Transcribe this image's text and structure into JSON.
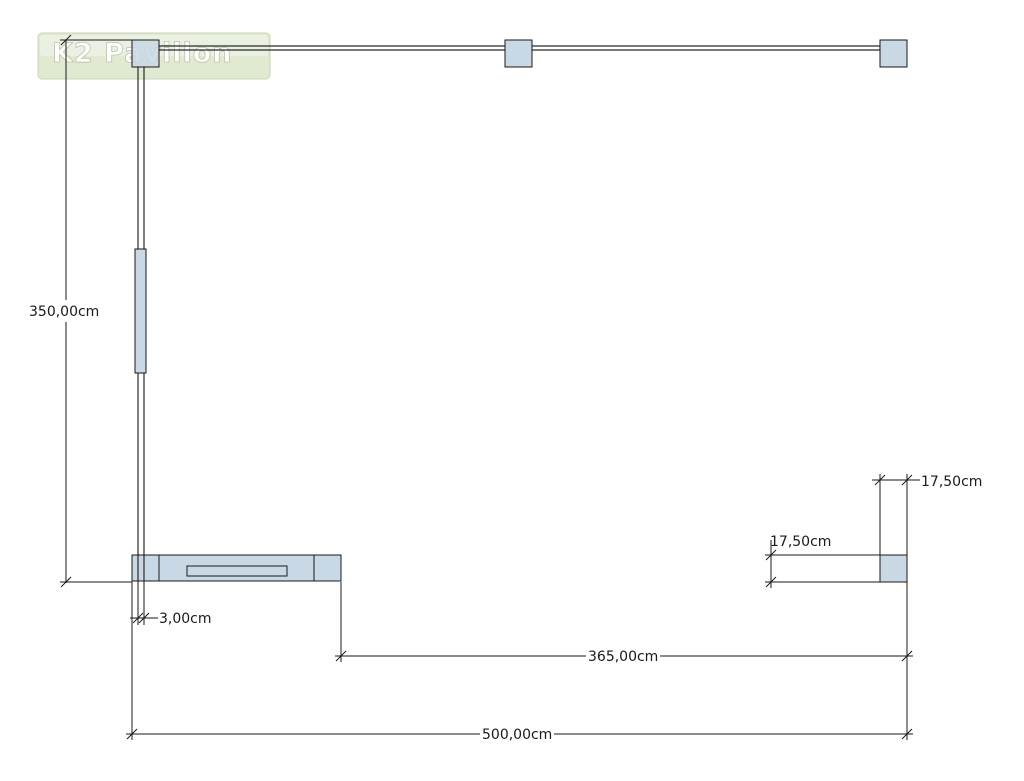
{
  "logo": {
    "text": "K2 Pavillon"
  },
  "dimensions": {
    "height_total": "350,00cm",
    "width_total": "500,00cm",
    "opening": "365,00cm",
    "wall_thickness": "3,00cm",
    "post_depth": "17,50cm",
    "post_width": "17,50cm"
  },
  "colors": {
    "element_fill": "#c8d8e4",
    "line": "#1a1a1a",
    "logo_bg": "#dde8cc"
  }
}
